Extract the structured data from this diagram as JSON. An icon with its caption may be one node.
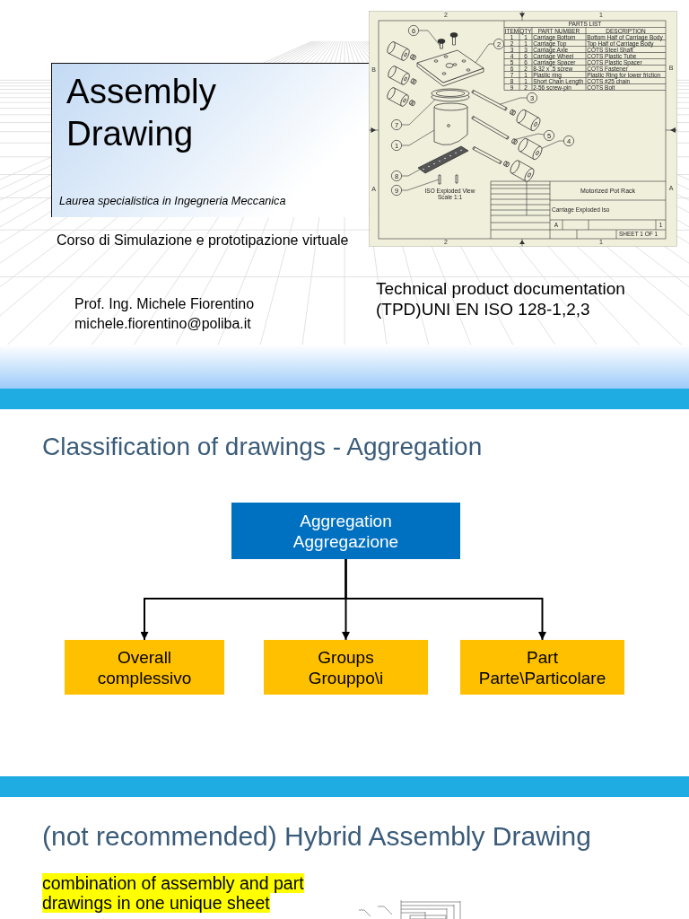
{
  "diagram": {
    "nodes": [
      {
        "text": [
          "Assembly Drawing",
          "Laurea specialistica in Ingegneria Meccanica"
        ]
      },
      {
        "text": [
          "6"
        ]
      },
      {
        "text": [
          "2"
        ]
      },
      {
        "text": [
          "3"
        ]
      },
      {
        "text": [
          "7"
        ]
      },
      {
        "text": [
          "5"
        ]
      },
      {
        "text": [
          "4"
        ]
      },
      {
        "text": [
          "1"
        ]
      },
      {
        "text": [
          "8"
        ]
      },
      {
        "text": [
          "9"
        ]
      },
      {
        "text": [],
        "shape": "picture"
      },
      {
        "text": [],
        "shape": "picture"
      },
      {
        "text": [],
        "shape": "picture"
      },
      {
        "text": [],
        "shape": "circle"
      },
      {
        "text": [],
        "shape": "cylinder"
      },
      {
        "text": [],
        "shape": "picture"
      },
      {
        "text": [],
        "shape": "picture"
      },
      {
        "text": [],
        "shape": "picture"
      },
      {
        "text": [],
        "shape": "box"
      },
      {
        "text": [],
        "shape": "bar"
      },
      {
        "text": [
          "Aggregation",
          "Aggregazione"
        ]
      },
      {
        "text": [
          "Overall",
          "complessivo"
        ]
      },
      {
        "text": [
          "Groups",
          "Grouppo\\i"
        ]
      },
      {
        "text": [
          "Part",
          "Parte\\Particolare"
        ]
      },
      {
        "text": [],
        "shape": "bar"
      }
    ],
    "edges": [
      {
        "from": 1,
        "to": 10,
        "arrow": "none"
      },
      {
        "from": 2,
        "to": 11,
        "arrow": "none"
      },
      {
        "from": 3,
        "to": 12,
        "arrow": "none"
      },
      {
        "from": 4,
        "to": 13,
        "arrow": "none"
      },
      {
        "from": 5,
        "to": 14,
        "arrow": "none"
      },
      {
        "from": 6,
        "to": 15,
        "arrow": "none"
      },
      {
        "from": 7,
        "to": 16,
        "arrow": "none"
      },
      {
        "from": 8,
        "to": 17,
        "arrow": "none"
      },
      {
        "from": 9,
        "to": 18,
        "arrow": "none"
      },
      {
        "from": 20,
        "to": 21,
        "arrow": "to"
      },
      {
        "from": 20,
        "to": 22,
        "arrow": "to"
      },
      {
        "from": 20,
        "to": 23,
        "arrow": "to"
      }
    ],
    "labels": [
      "2",
      "1",
      "B",
      "A",
      "B",
      "A",
      "2",
      "1",
      "PARTS LIST",
      "ITEM",
      "QTY",
      "PART NUMBER",
      "DESCRIPTION",
      "1",
      "1",
      "Carriage Bottom",
      "Bottom Half of Carriage Body",
      "2",
      "1",
      "Carriage Top",
      "Top Half of Carriage Body",
      "3",
      "3",
      "Carriage Axle",
      "COTS Steel Shaft",
      "4",
      "6",
      "Carriage Wheel",
      "COTS Plastic Tube",
      "5",
      "6",
      "Carriage Spacer",
      "COTS Plastic Spacer",
      "6",
      "2",
      "8-32 x .5 screw",
      "COTS Fastener",
      "7",
      "1",
      "Plastic ring",
      "Plastic Ring for lower friction",
      "8",
      "1",
      "Short Chain Length",
      "COTS #25 chain",
      "9",
      "2",
      "2-56 screw-pin",
      "COTS Bolt",
      "ISO Exploded View Scale 1:1",
      "Motorized Pot Rack",
      "Carriage Exploded Iso",
      "A",
      "1",
      "SHEET 1 OF 1",
      "Corso di Simulazione e prototipazione virtuale",
      "Technical product documentation (TPD)UNI EN ISO 128-1,2,3",
      "Prof. Ing. Michele Fiorentino",
      "michele.fiorentino@poliba.it",
      "Classification of drawings - Aggregation",
      "(not recommended) Hybrid Assembly Drawing",
      "combination of assembly and part drawings in one unique sheet"
    ]
  }
}
